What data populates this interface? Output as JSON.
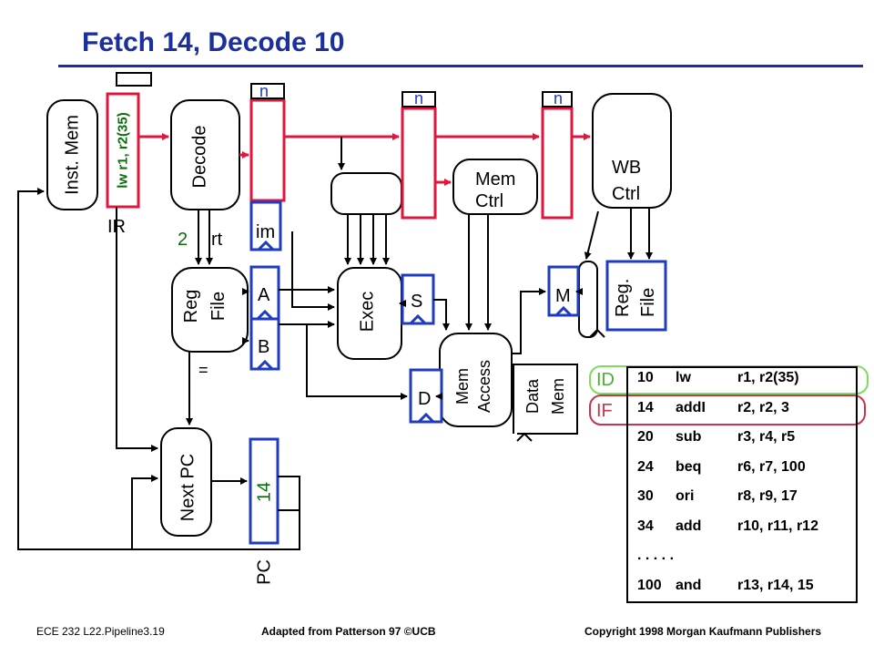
{
  "slide": {
    "title": "Fetch 14, Decode 10",
    "footer_left": "ECE 232 L22.Pipeline3.19",
    "footer_center": "Adapted from Patterson 97 ©UCB",
    "footer_right": "Copyright 1998 Morgan Kaufmann Publishers"
  },
  "datapath": {
    "inst_mem": "Inst. Mem",
    "ir_contents": "lw r1, r2(35)",
    "ir_label": "IR",
    "decode": "Decode",
    "reg_file": "Reg File",
    "exec": "Exec",
    "mem_ctrl": "Mem Ctrl",
    "wb_ctrl": "WB Ctrl",
    "reg_file_wb": "Reg. File",
    "mem_access": "Mem Access",
    "data_mem": "Data Mem",
    "next_pc": "Next PC",
    "pc_label": "PC",
    "pc_value": "14",
    "reg_a": "A",
    "reg_b": "B",
    "reg_s": "S",
    "reg_d": "D",
    "reg_m": "M",
    "reg_im": "im",
    "reg_rt": "rt",
    "rs_value": "2",
    "equals": "=",
    "n1": "n",
    "n2": "n",
    "n3": "n",
    "stage_id": "ID",
    "stage_if": "IF"
  },
  "program": [
    {
      "addr": "10",
      "op": "lw",
      "args": "r1, r2(35)"
    },
    {
      "addr": "14",
      "op": "addI",
      "args": "r2, r2, 3"
    },
    {
      "addr": "20",
      "op": "sub",
      "args": "r3, r4, r5"
    },
    {
      "addr": "24",
      "op": "beq",
      "args": "r6, r7, 100"
    },
    {
      "addr": "30",
      "op": "ori",
      "args": "r8, r9, 17"
    },
    {
      "addr": "34",
      "op": "add",
      "args": "r10, r11, r12"
    },
    {
      "addr": ". . . . .",
      "op": "",
      "args": ""
    },
    {
      "addr": "100",
      "op": "and",
      "args": "r13, r14, 15"
    }
  ],
  "colors": {
    "title": "#1c2f9e",
    "pipeline_reg": "#1f3bbf",
    "control_red": "#e0163c",
    "ir_text": "#0a6e0a",
    "id_highlight": "#7ddc5f",
    "if_highlight": "#c9334d"
  }
}
